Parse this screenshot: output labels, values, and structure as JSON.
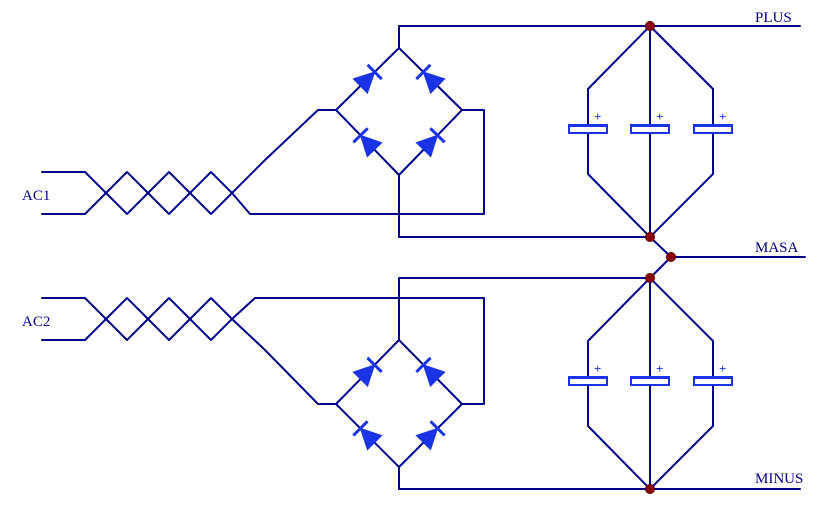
{
  "labels": {
    "plus": "PLUS",
    "masa": "MASA",
    "minus": "MINUS",
    "ac1": "AC1",
    "ac2": "AC2"
  },
  "capacitor_polarity": "+",
  "colors": {
    "wire": "#00008b",
    "component": "#1a33e6",
    "node": "#8b0000"
  }
}
